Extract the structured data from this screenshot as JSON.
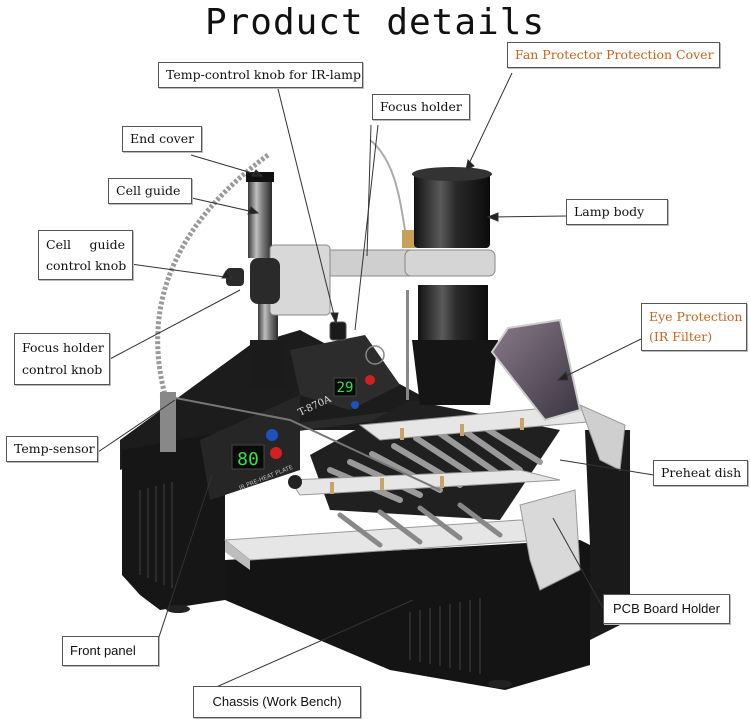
{
  "title": "Product details",
  "labels": {
    "end_cover": "End cover",
    "cell_guide": "Cell guide",
    "cell_guide_knob_1": "Cell guide",
    "cell_guide_knob_2": "control knob",
    "focus_knob_1": "Focus holder",
    "focus_knob_2": "control knob",
    "temp_sensor": "Temp-sensor",
    "front_panel": "Front panel",
    "chassis": "Chassis (Work Bench)",
    "temp_knob_ir": "Temp-control knob for IR-lamp",
    "focus_holder": "Focus holder",
    "fan_cover": "Fan Protector Protection Cover",
    "lamp_body": "Lamp body",
    "eye_prot_1": "Eye Protection",
    "eye_prot_2": "(IR Filter)",
    "preheat_dish": "Preheat dish",
    "pcb_holder": "PCB Board Holder"
  },
  "display": {
    "left_readout": "80",
    "right_readout": "29",
    "model": "T-870A",
    "panel_caption": "IR PRE-HEAT PLATE"
  },
  "colors": {
    "accent_orange": "#c8641e",
    "digit_green": "#35e04a",
    "knob_red": "#d22020",
    "knob_blue": "#2050c0"
  }
}
